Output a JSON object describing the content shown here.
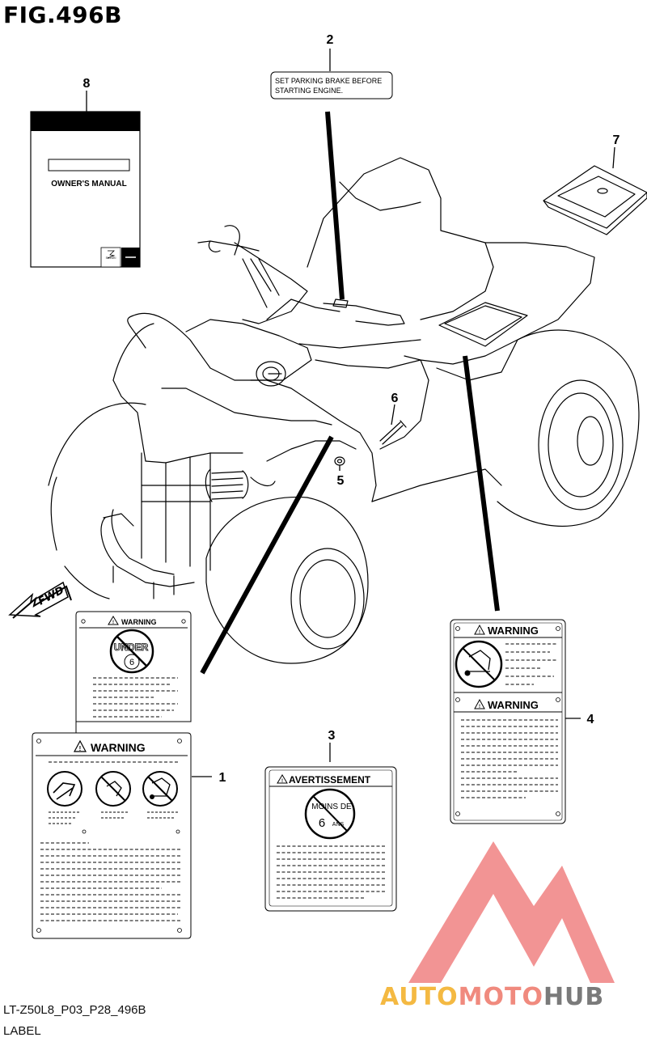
{
  "figure": {
    "title": "FIG.496B"
  },
  "footer": {
    "code": "LT-Z50L8_P03_P28_496B",
    "name": "LABEL"
  },
  "callouts": {
    "c1": "1",
    "c2": "2",
    "c3": "3",
    "c4": "4",
    "c5": "5",
    "c6": "6",
    "c7": "7",
    "c8": "8"
  },
  "label2": {
    "line1": "SET PARKING BRAKE BEFORE",
    "line2": "STARTING ENGINE."
  },
  "manual": {
    "title": "OWNER'S MANUAL",
    "brand": "SUZUKI"
  },
  "label1": {
    "top_header": "WARNING",
    "under_word": "UNDER",
    "under_num": "6",
    "main_header": "WARNING"
  },
  "label3": {
    "header": "AVERTISSEMENT",
    "moins": "MOINS DE",
    "num": "6",
    "ans": "ANS"
  },
  "label4": {
    "header_top": "WARNING",
    "header_bottom": "WARNING"
  },
  "fwd": {
    "text": "FWD"
  },
  "watermark": {
    "part1": "AUTO",
    "part2": "MOTO",
    "part3": "HUB",
    "color1": "#f4b942",
    "color2": "#f08a7e",
    "color3": "#7a7a7a",
    "logo_color": "#f07a7a"
  }
}
